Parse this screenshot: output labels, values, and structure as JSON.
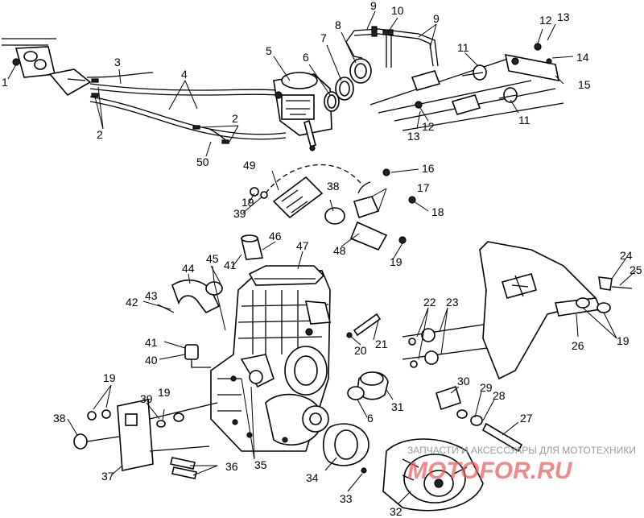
{
  "diagram": {
    "callouts": [
      {
        "id": "c1",
        "label": "1"
      },
      {
        "id": "c2a",
        "label": "2"
      },
      {
        "id": "c2b",
        "label": "2"
      },
      {
        "id": "c3",
        "label": "3"
      },
      {
        "id": "c4",
        "label": "4"
      },
      {
        "id": "c5",
        "label": "5"
      },
      {
        "id": "c6a",
        "label": "6"
      },
      {
        "id": "c6b",
        "label": "6"
      },
      {
        "id": "c7",
        "label": "7"
      },
      {
        "id": "c8",
        "label": "8"
      },
      {
        "id": "c9a",
        "label": "9"
      },
      {
        "id": "c9b",
        "label": "9"
      },
      {
        "id": "c10",
        "label": "10"
      },
      {
        "id": "c11a",
        "label": "11"
      },
      {
        "id": "c11b",
        "label": "11"
      },
      {
        "id": "c12a",
        "label": "12"
      },
      {
        "id": "c12b",
        "label": "12"
      },
      {
        "id": "c13a",
        "label": "13"
      },
      {
        "id": "c13b",
        "label": "13"
      },
      {
        "id": "c14",
        "label": "14"
      },
      {
        "id": "c15",
        "label": "15"
      },
      {
        "id": "c16",
        "label": "16"
      },
      {
        "id": "c17",
        "label": "17"
      },
      {
        "id": "c18",
        "label": "18"
      },
      {
        "id": "c19a",
        "label": "19"
      },
      {
        "id": "c19b",
        "label": "19"
      },
      {
        "id": "c19c",
        "label": "19"
      },
      {
        "id": "c19d",
        "label": "19"
      },
      {
        "id": "c19e",
        "label": "19"
      },
      {
        "id": "c20",
        "label": "20"
      },
      {
        "id": "c21",
        "label": "21"
      },
      {
        "id": "c22",
        "label": "22"
      },
      {
        "id": "c23",
        "label": "23"
      },
      {
        "id": "c24",
        "label": "24"
      },
      {
        "id": "c25",
        "label": "25"
      },
      {
        "id": "c26",
        "label": "26"
      },
      {
        "id": "c27",
        "label": "27"
      },
      {
        "id": "c28",
        "label": "28"
      },
      {
        "id": "c29",
        "label": "29"
      },
      {
        "id": "c30",
        "label": "30"
      },
      {
        "id": "c31",
        "label": "31"
      },
      {
        "id": "c32",
        "label": "32"
      },
      {
        "id": "c33",
        "label": "33"
      },
      {
        "id": "c34",
        "label": "34"
      },
      {
        "id": "c35",
        "label": "35"
      },
      {
        "id": "c36",
        "label": "36"
      },
      {
        "id": "c37",
        "label": "37"
      },
      {
        "id": "c38a",
        "label": "38"
      },
      {
        "id": "c38b",
        "label": "38"
      },
      {
        "id": "c39a",
        "label": "39"
      },
      {
        "id": "c39b",
        "label": "39"
      },
      {
        "id": "c40",
        "label": "40"
      },
      {
        "id": "c41a",
        "label": "41"
      },
      {
        "id": "c41b",
        "label": "41"
      },
      {
        "id": "c42",
        "label": "42"
      },
      {
        "id": "c43",
        "label": "43"
      },
      {
        "id": "c44",
        "label": "44"
      },
      {
        "id": "c45",
        "label": "45"
      },
      {
        "id": "c46",
        "label": "46"
      },
      {
        "id": "c47",
        "label": "47"
      },
      {
        "id": "c48",
        "label": "48"
      },
      {
        "id": "c49",
        "label": "49"
      },
      {
        "id": "c50",
        "label": "50"
      }
    ]
  },
  "watermark": {
    "text": "ЗАПЧАСТИ И АКСЕССУАРЫ ДЛЯ МОТОТЕХНИКИ",
    "logo": "MOTOFOR.RU"
  }
}
